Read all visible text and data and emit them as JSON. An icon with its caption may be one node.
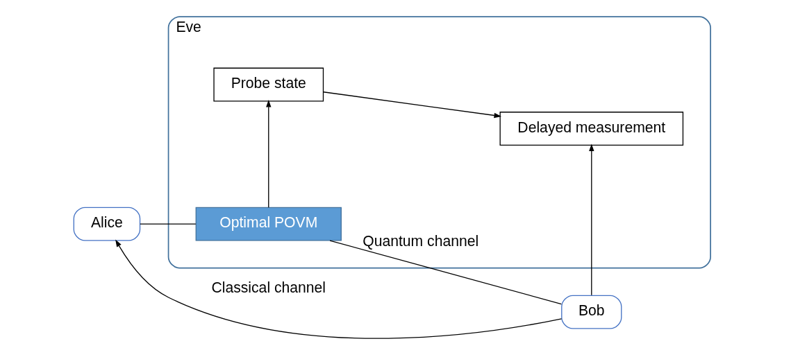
{
  "diagram": {
    "nodes": [
      {
        "text": [
          "Eve"
        ]
      },
      {
        "text": [
          "Alice"
        ]
      },
      {
        "text": [
          "Optimal POVM"
        ],
        "in": 0
      },
      {
        "text": [
          "Bob"
        ]
      },
      {
        "text": [
          "Probe state"
        ],
        "in": 0
      },
      {
        "text": [
          "Delayed measurement"
        ],
        "in": 0
      }
    ],
    "edges": [
      {
        "from": 1,
        "to": 2,
        "arrow": "none"
      },
      {
        "from": 2,
        "to": 3,
        "arrow": "none",
        "label": "Quantum channel"
      },
      {
        "from": 2,
        "to": 4,
        "arrow": "to"
      },
      {
        "from": 4,
        "to": 5,
        "arrow": "to"
      },
      {
        "from": 3,
        "to": 1,
        "arrow": "to",
        "label": "Classical channel"
      },
      {
        "from": 3,
        "to": 5,
        "arrow": "to"
      }
    ]
  }
}
